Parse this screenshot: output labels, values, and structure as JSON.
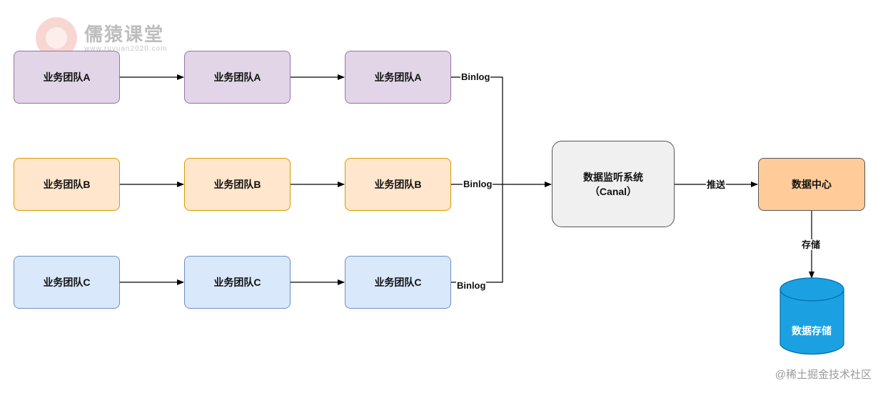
{
  "logo": {
    "title": "儒猿课堂",
    "url": "www.ruyuan2020.com"
  },
  "rows": [
    {
      "nodes": [
        "业务团队A",
        "业务团队A",
        "业务团队A"
      ],
      "binlog": "Binlog"
    },
    {
      "nodes": [
        "业务团队B",
        "业务团队B",
        "业务团队B"
      ],
      "binlog": "Binlog"
    },
    {
      "nodes": [
        "业务团队C",
        "业务团队C",
        "业务团队C"
      ],
      "binlog": "Binlog"
    }
  ],
  "monitor": {
    "line1": "数据监听系统",
    "line2": "（Canal）"
  },
  "push_label": "推送",
  "data_center": "数据中心",
  "store_label": "存储",
  "storage": "数据存储",
  "watermark": "@稀土掘金技术社区",
  "colors": {
    "purple_fill": "#e1d5e7",
    "purple_border": "#9673a6",
    "orange_fill": "#ffe6cc",
    "orange_border": "#d79b00",
    "blue_fill": "#dae8fc",
    "blue_border": "#6c8ebf",
    "monitor_fill": "#f0f0f0",
    "center_fill": "#ffcc99",
    "storage_fill": "#1ba1e2"
  }
}
